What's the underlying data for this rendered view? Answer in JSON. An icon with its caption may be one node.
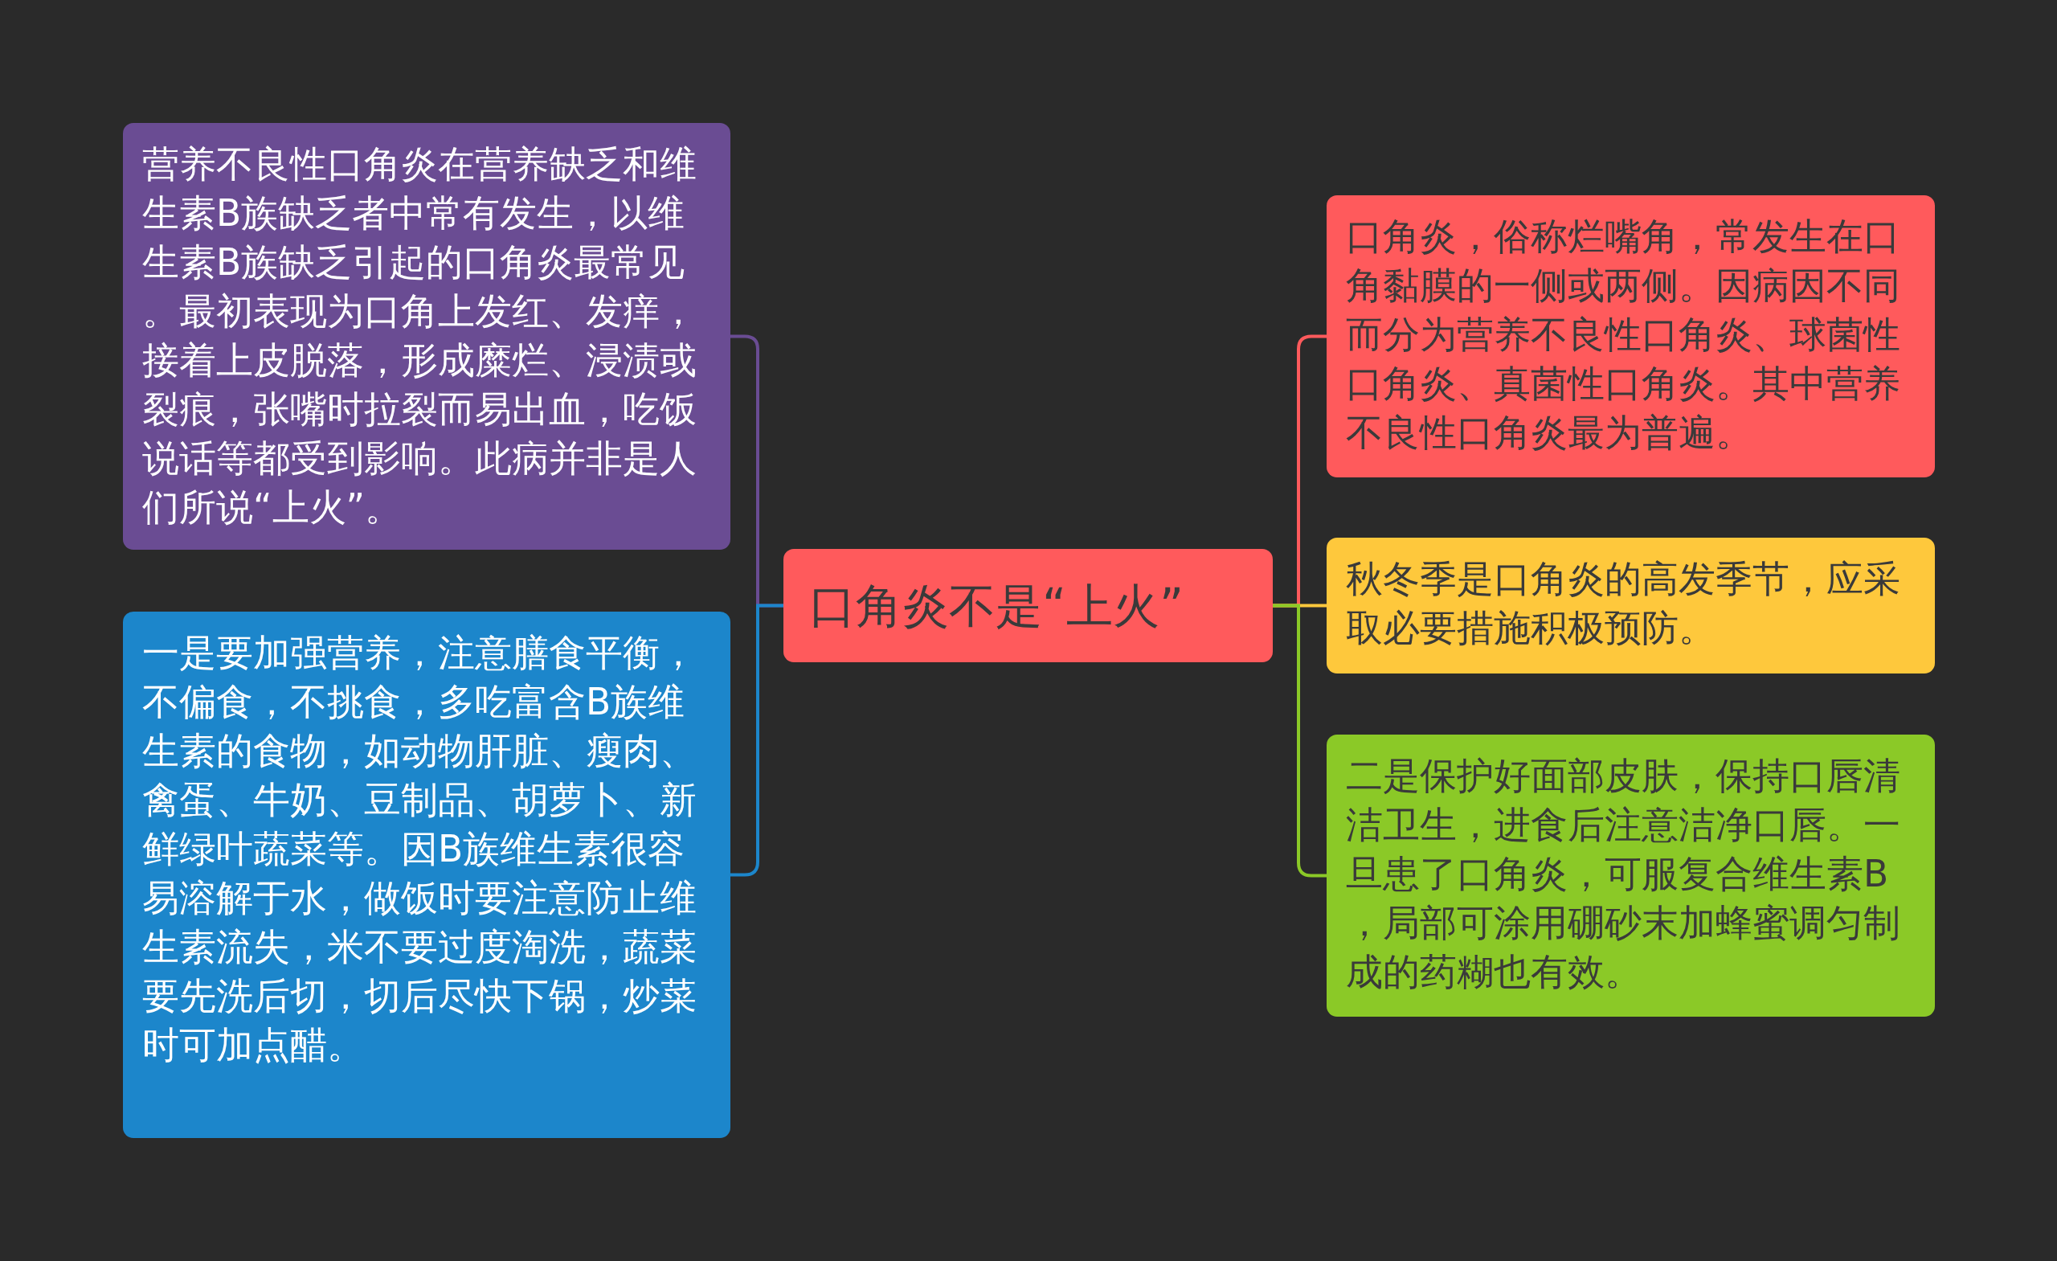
{
  "diagram": {
    "nodes": [
      {
        "text": [
          "口角炎不是“上火”"
        ]
      },
      {
        "text": [
          "营养不良性口角炎在营养缺乏和维生素B族缺乏者中常有发生，以维生素B族缺乏引起的口角炎最常见。最初表现为口角上发红、发痒，接着上皮脱落，形成糜烂、浸渍或裂痕，张嘴时拉裂而易出血，吃饭说话等都受到影响。此病并非是人们所说“上火”。"
        ]
      },
      {
        "text": [
          "一是要加强营养，注意膳食平衡，不偏食，不挑食，多吃富含B族维生素的食物，如动物肝脏、瘦肉、禽蛋、牛奶、豆制品、胡萝卜、新鲜绿叶蔬菜等。因B族维生素很容易溶解于水，做饭时要注意防止维生素流失，米不要过度淘洗，蔬菜要先洗后切，切后尽快下锅，炒菜时可加点醋。"
        ]
      },
      {
        "text": [
          "口角炎，俗称烂嘴角，常发生在口角黏膜的一侧或两侧。因病因不同而分为营养不良性口角炎、球菌性口角炎、真菌性口角炎。其中营养不良性口角炎最为普遍。"
        ]
      },
      {
        "text": [
          "秋冬季是口角炎的高发季节，应采取必要措施积极预防。"
        ]
      },
      {
        "text": [
          "二是保护好面部皮肤，保持口唇清洁卫生，进食后注意洁净口唇。一旦患了口角炎，可服复合维生素B，局部可涂用硼砂末加蜂蜜调匀制成的药糊也有效。"
        ]
      }
    ],
    "edges": [
      {
        "from": 0,
        "to": 1,
        "arrow": "none",
        "color": "#6a4c93"
      },
      {
        "from": 0,
        "to": 2,
        "arrow": "none",
        "color": "#1c86cb"
      },
      {
        "from": 0,
        "to": 3,
        "arrow": "none",
        "color": "#ff5a5c"
      },
      {
        "from": 0,
        "to": 4,
        "arrow": "none",
        "color": "#fec83c"
      },
      {
        "from": 0,
        "to": 5,
        "arrow": "none",
        "color": "#8bc927"
      }
    ]
  }
}
